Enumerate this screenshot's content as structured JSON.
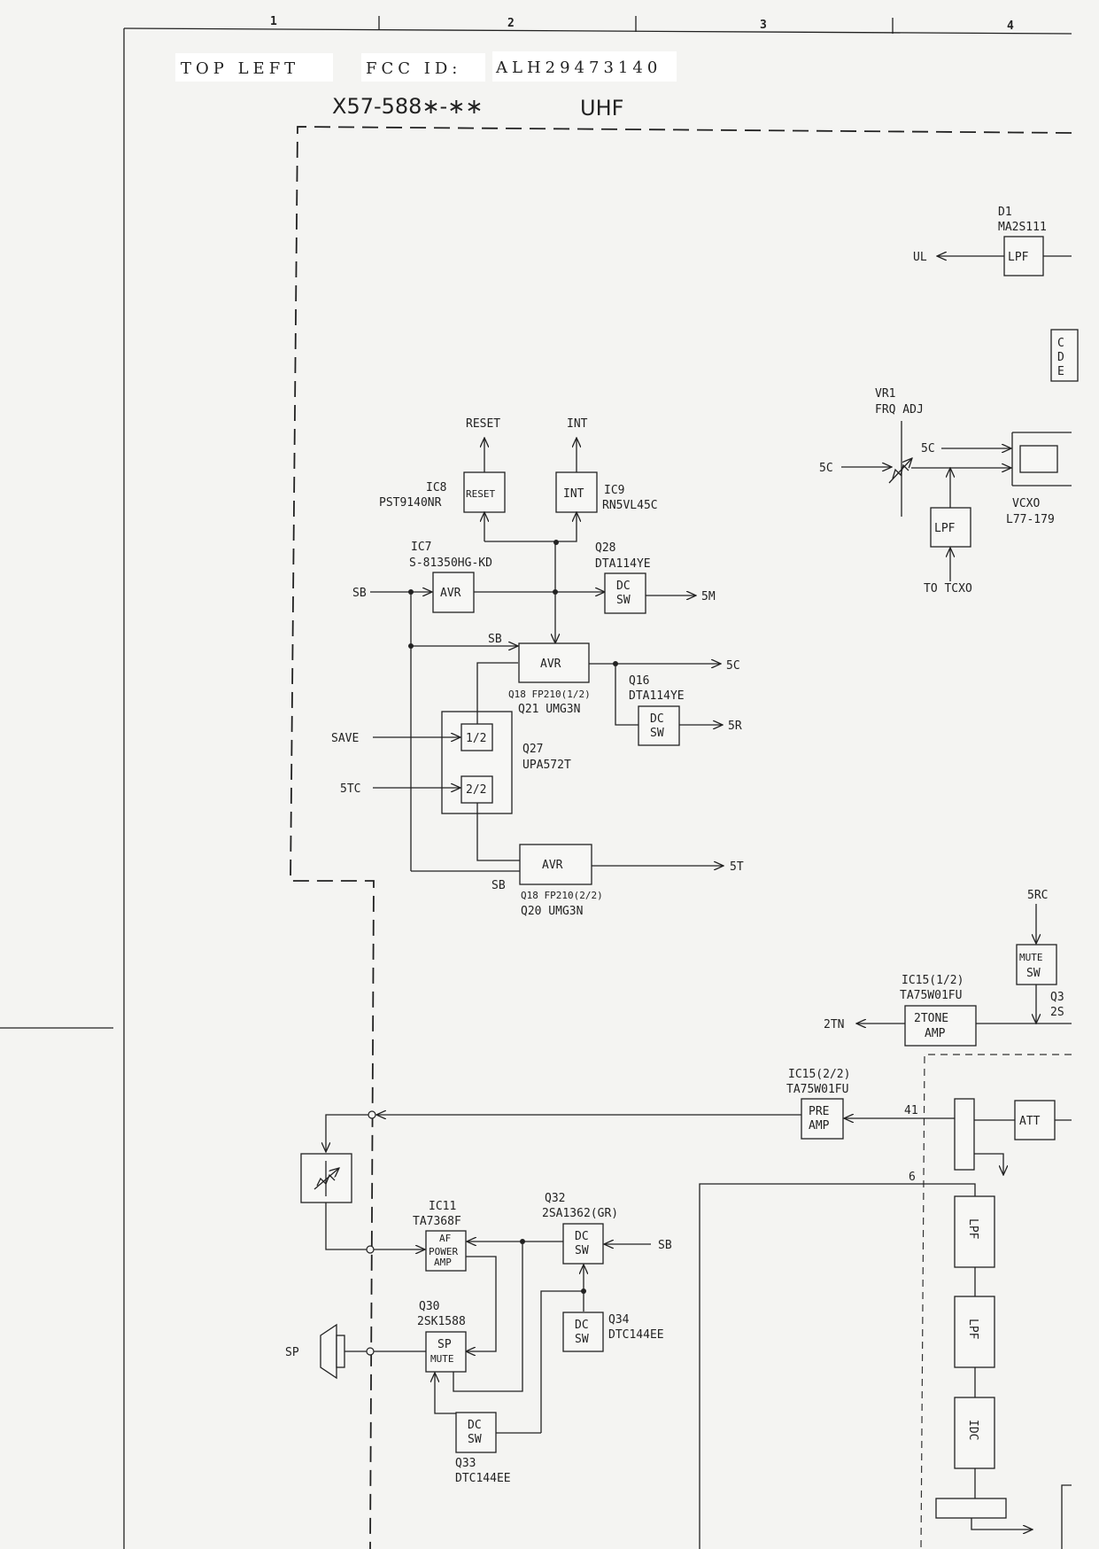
{
  "header": {
    "position_label": "TOP LEFT",
    "fcc_label": "FCC ID:",
    "fcc_id": "ALH29473140"
  },
  "title": {
    "model": "X57-588∗-∗∗",
    "band": "UHF"
  },
  "zones": [
    "1",
    "2",
    "3",
    "4"
  ],
  "signals": {
    "reset_out": "RESET",
    "int_out": "INT",
    "sb": "SB",
    "save": "SAVE",
    "5tc": "5TC",
    "5m": "5M",
    "5c": "5C",
    "5r": "5R",
    "5t": "5T",
    "ul": "UL",
    "5c_in": "5C",
    "5c_vco": "5C",
    "to_tcxo": "TO TCXO",
    "5rc": "5RC",
    "2tn": "2TN",
    "sp": "SP",
    "pin41": "41",
    "pin6": "6",
    "sb_q32": "SB",
    "sb_avr2": "SB",
    "sb_avr3": "SB"
  },
  "blocks": {
    "reset": "RESET",
    "int": "INT",
    "avr1": "AVR",
    "avr2": "AVR",
    "avr3": "AVR",
    "dcsw_q28": [
      "DC",
      "SW"
    ],
    "dcsw_q16": [
      "DC",
      "SW"
    ],
    "half1": "1/2",
    "half2": "2/2",
    "lpf_d1": "LPF",
    "lpf_vr": "LPF",
    "mute_sw": [
      "MUTE",
      "SW"
    ],
    "twotone_amp": [
      "2TONE",
      "AMP"
    ],
    "pre_amp": [
      "PRE",
      "AMP"
    ],
    "att": "ATT",
    "af_power_amp": [
      "AF",
      "POWER",
      "AMP"
    ],
    "dcsw_q32": [
      "DC",
      "SW"
    ],
    "dcsw_q34": [
      "DC",
      "SW"
    ],
    "sp_mute": [
      "SP",
      "MUTE"
    ],
    "dcsw_q33": [
      "DC",
      "SW"
    ],
    "lpf_v1": "LPF",
    "lpf_v2": "LPF",
    "idc": "IDC",
    "cut_right": [
      "C",
      "D",
      "E"
    ]
  },
  "parts": {
    "ic8": [
      "IC8",
      "PST9140NR"
    ],
    "ic9": [
      "IC9",
      "RN5VL45C"
    ],
    "ic7": [
      "IC7",
      "S-81350HG-KD"
    ],
    "q28": [
      "Q28",
      "DTA114YE"
    ],
    "q18a": [
      "Q18 FP210(1/2)",
      "Q21 UMG3N"
    ],
    "q16": [
      "Q16",
      "DTA114YE"
    ],
    "q27": [
      "Q27",
      "UPA572T"
    ],
    "q18b": [
      "Q18 FP210(2/2)",
      "Q20 UMG3N"
    ],
    "d1": [
      "D1",
      "MA2S111"
    ],
    "vr1": [
      "VR1",
      "FRQ ADJ"
    ],
    "vcxo": [
      "VCXO",
      "L77-179"
    ],
    "ic15a": [
      "IC15(1/2)",
      "TA75W01FU"
    ],
    "q3x": [
      "Q3",
      "2S"
    ],
    "ic15b": [
      "IC15(2/2)",
      "TA75W01FU"
    ],
    "ic11": [
      "IC11",
      "TA7368F"
    ],
    "q32": [
      "Q32",
      "2SA1362(GR)"
    ],
    "q30": [
      "Q30",
      "2SK1588"
    ],
    "q34": [
      "Q34",
      "DTC144EE"
    ],
    "q33": [
      "Q33",
      "DTC144EE"
    ]
  }
}
